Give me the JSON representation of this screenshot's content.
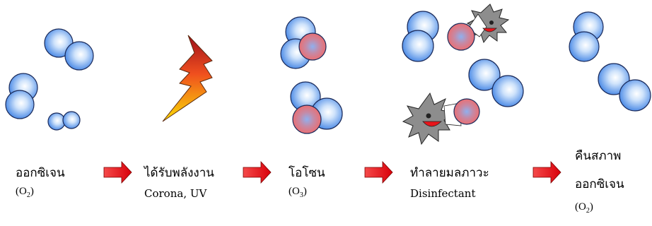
{
  "steps": [
    {
      "label": "ออกซิเจน",
      "formula_prefix": "(O",
      "formula_sub": "2",
      "formula_suffix": ")"
    },
    {
      "label": "ได้รับพลังงาน",
      "note": "Corona, UV"
    },
    {
      "label": "โอโซน",
      "formula_prefix": "(O",
      "formula_sub": "3",
      "formula_suffix": ")"
    },
    {
      "label": "ทำลายมลภาวะ",
      "note": "Disinfectant"
    },
    {
      "label_line1": "คืนสภาพ",
      "label_line2": "ออกซิเจน",
      "formula_prefix": "(O",
      "formula_sub": "2",
      "formula_suffix": ")"
    }
  ],
  "colors": {
    "oxygen_atom": "#4f8ee8",
    "ozone_atom": "#ee6f6f",
    "arrow": "#e8141a",
    "microbe": "#8d8d8d",
    "lightning_top": "#a8121c",
    "lightning_bottom": "#f7d400"
  },
  "icons": [
    "lightning-bolt-icon",
    "microbe-icon",
    "arrow-right-icon"
  ]
}
